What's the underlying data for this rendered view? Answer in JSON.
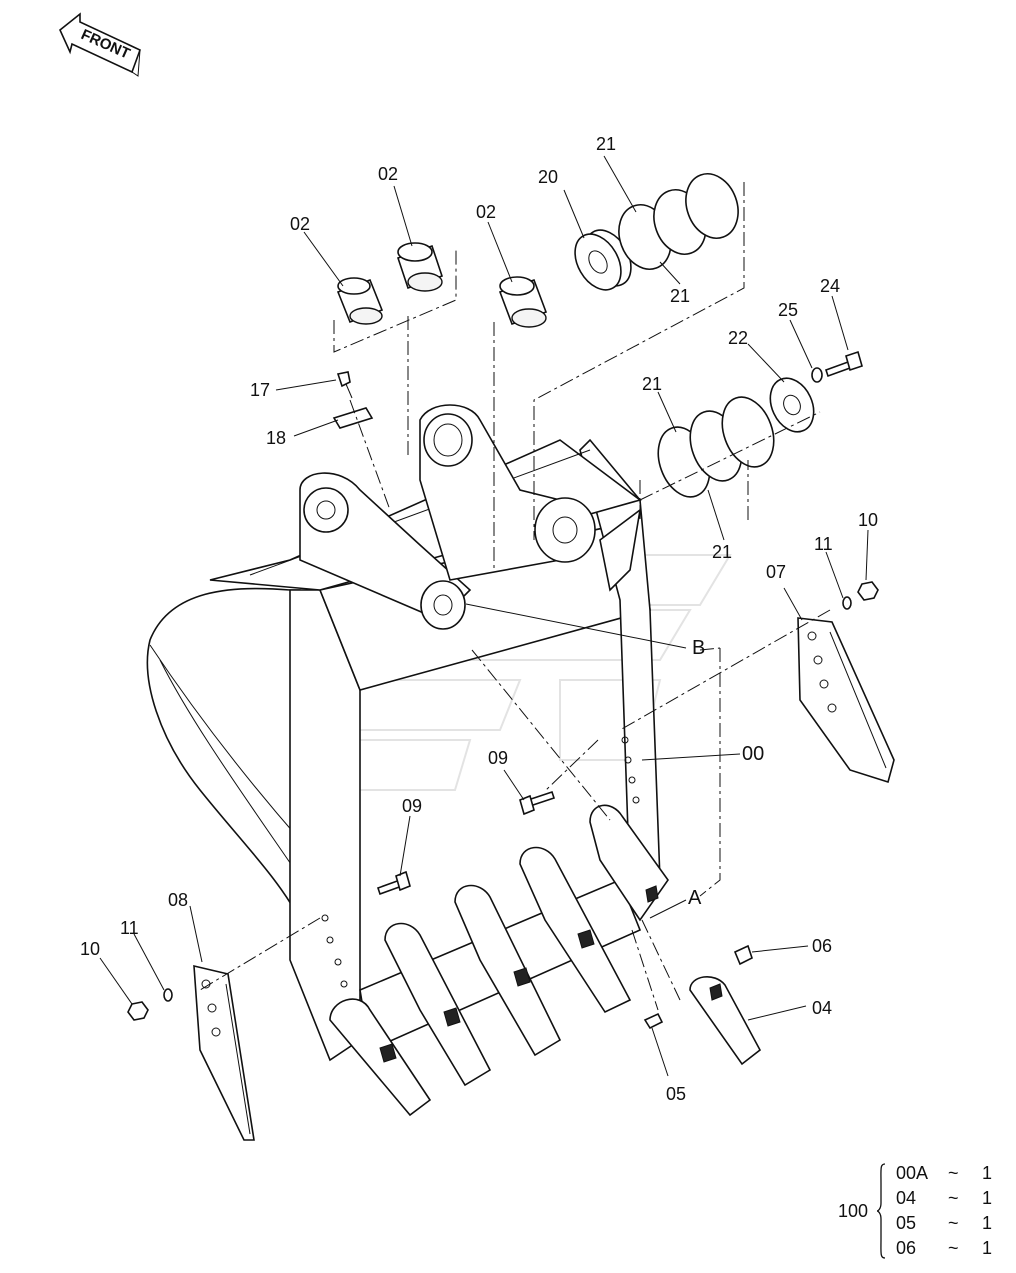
{
  "orientation": {
    "front_label": "FRONT"
  },
  "callouts": {
    "c00": "00",
    "c02a": "02",
    "c02b": "02",
    "c02c": "02",
    "c04": "04",
    "c05": "05",
    "c06": "06",
    "c07": "07",
    "c08": "08",
    "c09a": "09",
    "c09b": "09",
    "c10a": "10",
    "c10b": "10",
    "c11a": "11",
    "c11b": "11",
    "c17": "17",
    "c18": "18",
    "c20": "20",
    "c21a": "21",
    "c21b": "21",
    "c21c": "21",
    "c21d": "21",
    "c22": "22",
    "c24": "24",
    "c25": "25"
  },
  "ref_points": {
    "A": "A",
    "B": "B"
  },
  "kit": {
    "quantity": "100",
    "rows": [
      {
        "code": "00A",
        "sep": "~",
        "n": "1"
      },
      {
        "code": "04",
        "sep": "~",
        "n": "1"
      },
      {
        "code": "05",
        "sep": "~",
        "n": "1"
      },
      {
        "code": "06",
        "sep": "~",
        "n": "1"
      }
    ]
  }
}
